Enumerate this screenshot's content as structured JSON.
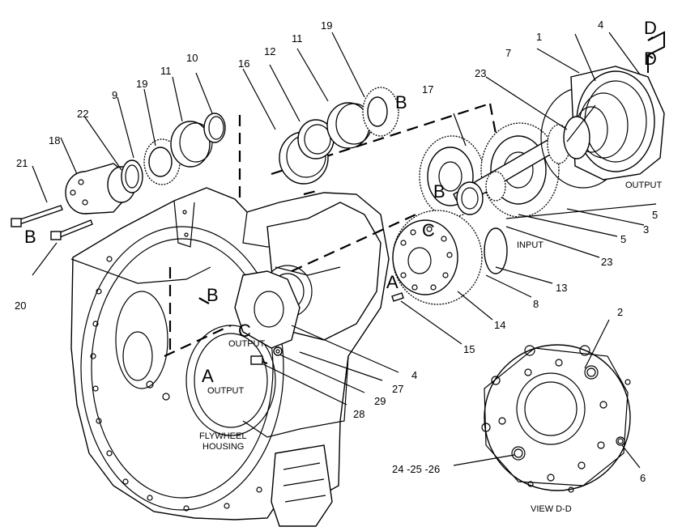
{
  "part_numbers": {
    "p1": "1",
    "p2": "2",
    "p3": "3",
    "p4a": "4",
    "p4b": "4",
    "p5a": "5",
    "p5b": "5",
    "p6": "6",
    "p7": "7",
    "p8": "8",
    "p9": "9",
    "p10": "10",
    "p11a": "11",
    "p11b": "11",
    "p12": "12",
    "p13": "13",
    "p14": "14",
    "p15": "15",
    "p16": "16",
    "p17": "17",
    "p18": "18",
    "p19a": "19",
    "p19b": "19",
    "p20": "20",
    "p21": "21",
    "p22": "22",
    "p23a": "23",
    "p23b": "23",
    "p24": "24 -25 -26",
    "p27": "27",
    "p28": "28",
    "p29": "29"
  },
  "callouts": {
    "A1": "A",
    "A2": "A",
    "B1": "B",
    "B2": "B",
    "B3": "B",
    "B4": "B",
    "C1": "C",
    "C2": "C",
    "D1": "D",
    "D2": "D"
  },
  "labels": {
    "output_top": "OUTPUT",
    "output_mid": "OUTPUT",
    "output_low": "OUTPUT",
    "input": "INPUT",
    "flywheel_line1": "FLYWHEEL",
    "flywheel_line2": "HOUSING",
    "view": "VIEW D-D"
  }
}
